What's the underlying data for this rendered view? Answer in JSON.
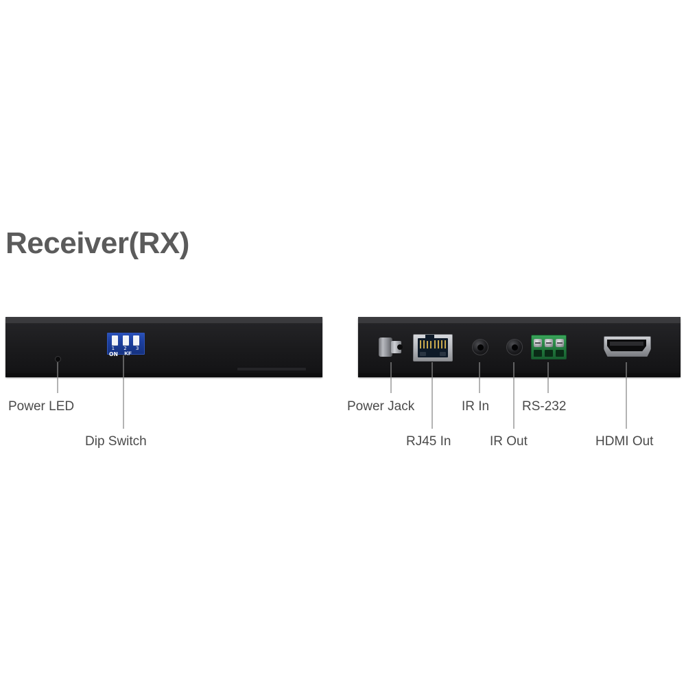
{
  "title": "Receiver(RX)",
  "front_panel": {
    "name": "front-panel",
    "dip_switch": {
      "on_label": "ON",
      "brand": "KF",
      "numbers": [
        "1",
        "2",
        "3"
      ]
    }
  },
  "rear_panel": {
    "name": "rear-panel"
  },
  "callouts": [
    {
      "id": "power-led",
      "label": "Power LED"
    },
    {
      "id": "dip-switch",
      "label": "Dip Switch"
    },
    {
      "id": "power-jack",
      "label": "Power Jack"
    },
    {
      "id": "rj45-in",
      "label": "RJ45 In"
    },
    {
      "id": "ir-in",
      "label": "IR In"
    },
    {
      "id": "ir-out",
      "label": "IR Out"
    },
    {
      "id": "rs-232",
      "label": "RS-232"
    },
    {
      "id": "hdmi-out",
      "label": "HDMI Out"
    }
  ],
  "colors": {
    "panel": "#1a1a1c",
    "dip_blue": "#1c3f9e",
    "rs232_green": "#227a3e",
    "label_gray": "#4a4a4a",
    "title_gray": "#5b5b5b",
    "leader_line": "#8a8a8a"
  }
}
